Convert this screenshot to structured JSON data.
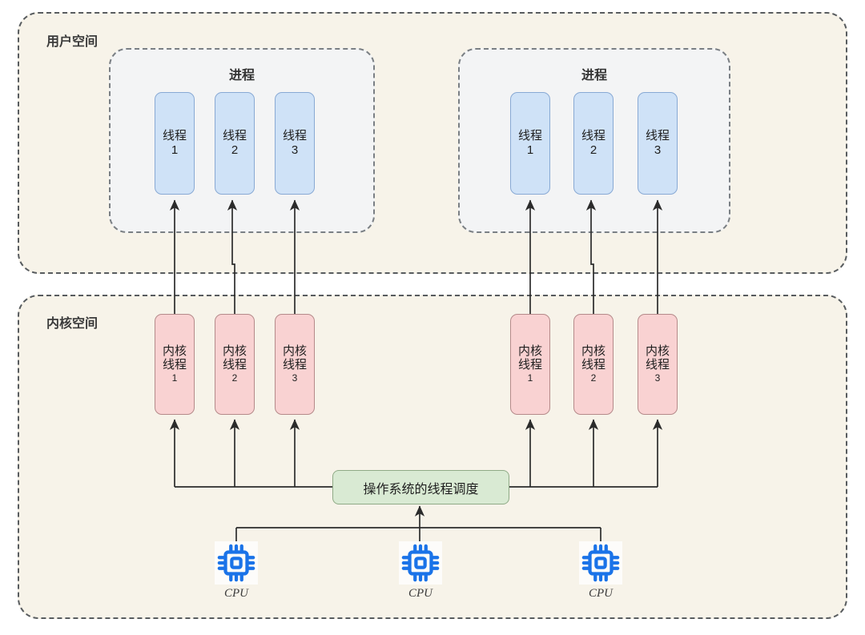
{
  "diagram": {
    "title_user_space": "用户空间",
    "title_kernel_space": "内核空间",
    "scheduler_label": "操作系统的线程调度",
    "colors": {
      "zone_fill": "#f7f3e9",
      "zone_border": "#585c5f",
      "process_fill": "#f3f4f5",
      "process_border": "#7a7f84",
      "thread_fill": "#cfe2f7",
      "thread_border": "#88a9d4",
      "kernel_thread_fill": "#f9d2d2",
      "kernel_thread_border": "#b58a8a",
      "scheduler_fill": "#d9ead3",
      "scheduler_border": "#8faa86",
      "cpu_icon": "#1a73e8",
      "arrow": "#2b2b2b"
    },
    "processes": [
      {
        "title": "进程",
        "threads": [
          {
            "name": "线程",
            "num": "1"
          },
          {
            "name": "线程",
            "num": "2"
          },
          {
            "name": "线程",
            "num": "3"
          }
        ]
      },
      {
        "title": "进程",
        "threads": [
          {
            "name": "线程",
            "num": "1"
          },
          {
            "name": "线程",
            "num": "2"
          },
          {
            "name": "线程",
            "num": "3"
          }
        ]
      }
    ],
    "kernel_thread_groups": [
      {
        "threads": [
          {
            "line1": "内核",
            "line2": "线程",
            "num": "1"
          },
          {
            "line1": "内核",
            "line2": "线程",
            "num": "2"
          },
          {
            "line1": "内核",
            "line2": "线程",
            "num": "3"
          }
        ]
      },
      {
        "threads": [
          {
            "line1": "内核",
            "line2": "线程",
            "num": "1"
          },
          {
            "line1": "内核",
            "line2": "线程",
            "num": "2"
          },
          {
            "line1": "内核",
            "line2": "线程",
            "num": "3"
          }
        ]
      }
    ],
    "cpus": [
      {
        "label": "CPU",
        "icon": "cpu-chip-icon"
      },
      {
        "label": "CPU",
        "icon": "cpu-chip-icon"
      },
      {
        "label": "CPU",
        "icon": "cpu-chip-icon"
      }
    ]
  }
}
